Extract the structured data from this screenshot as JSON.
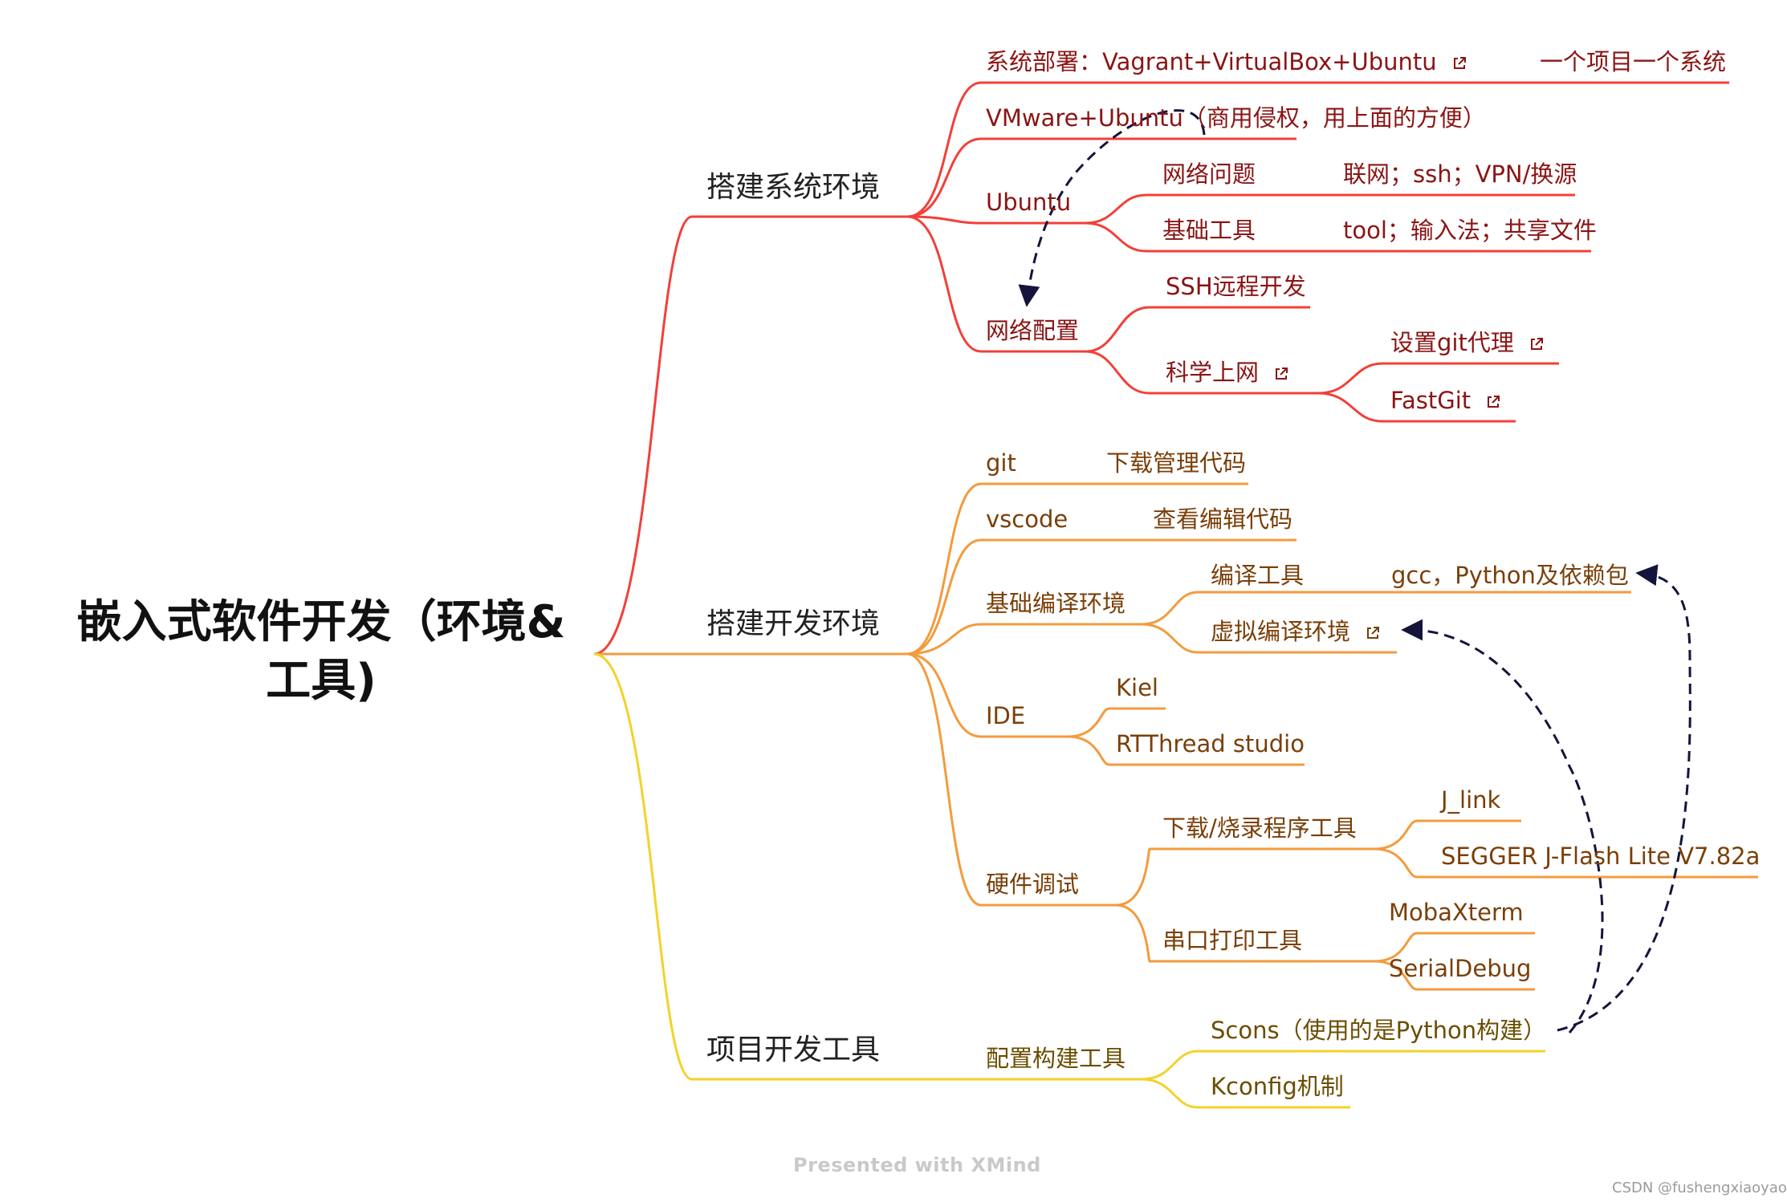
{
  "root": {
    "line1": "嵌入式软件开发（环境&",
    "line2": "工具)"
  },
  "branches": {
    "system": {
      "label": "搭建系统环境",
      "deploy": "系统部署：Vagrant+VirtualBox+Ubuntu",
      "deploy_note": "一个项目一个系统",
      "vmware": "VMware+Ubuntu（商用侵权，用上面的方便）",
      "ubuntu": "Ubuntu",
      "ubuntu_net": "网络问题",
      "ubuntu_net_note": "联网；ssh；VPN/换源",
      "ubuntu_tools": "基础工具",
      "ubuntu_tools_note": "tool；输入法；共享文件",
      "netcfg": "网络配置",
      "ssh": "SSH远程开发",
      "proxy": "科学上网",
      "git_proxy": "设置git代理",
      "fastgit": "FastGit"
    },
    "dev": {
      "label": "搭建开发环境",
      "git": "git",
      "git_note": "下载管理代码",
      "vscode": "vscode",
      "vscode_note": "查看编辑代码",
      "compile_env": "基础编译环境",
      "compile_tools": "编译工具",
      "compile_tools_note": "gcc，Python及依赖包",
      "virtual_env": "虚拟编译环境",
      "ide": "IDE",
      "kiel": "Kiel",
      "rtthread": "RTThread studio",
      "hw_debug": "硬件调试",
      "flash_tools": "下载/烧录程序工具",
      "jlink": "J_link",
      "segger": "SEGGER J-Flash Lite V7.82a",
      "serial_tools": "串口打印工具",
      "mobaxterm": "MobaXterm",
      "serialdebug": "SerialDebug"
    },
    "project": {
      "label": "项目开发工具",
      "build_tools": "配置构建工具",
      "scons": "Scons（使用的是Python构建）",
      "kconfig": "Kconfig机制"
    }
  },
  "footer": "Presented with XMind",
  "credit": "CSDN @fushengxiaoyao",
  "colors": {
    "red": "#f2403a",
    "orange": "#f39b3e",
    "yellow": "#f3d22a",
    "relation": "#14143c"
  },
  "icons": {
    "external_link": "external-link-icon"
  }
}
